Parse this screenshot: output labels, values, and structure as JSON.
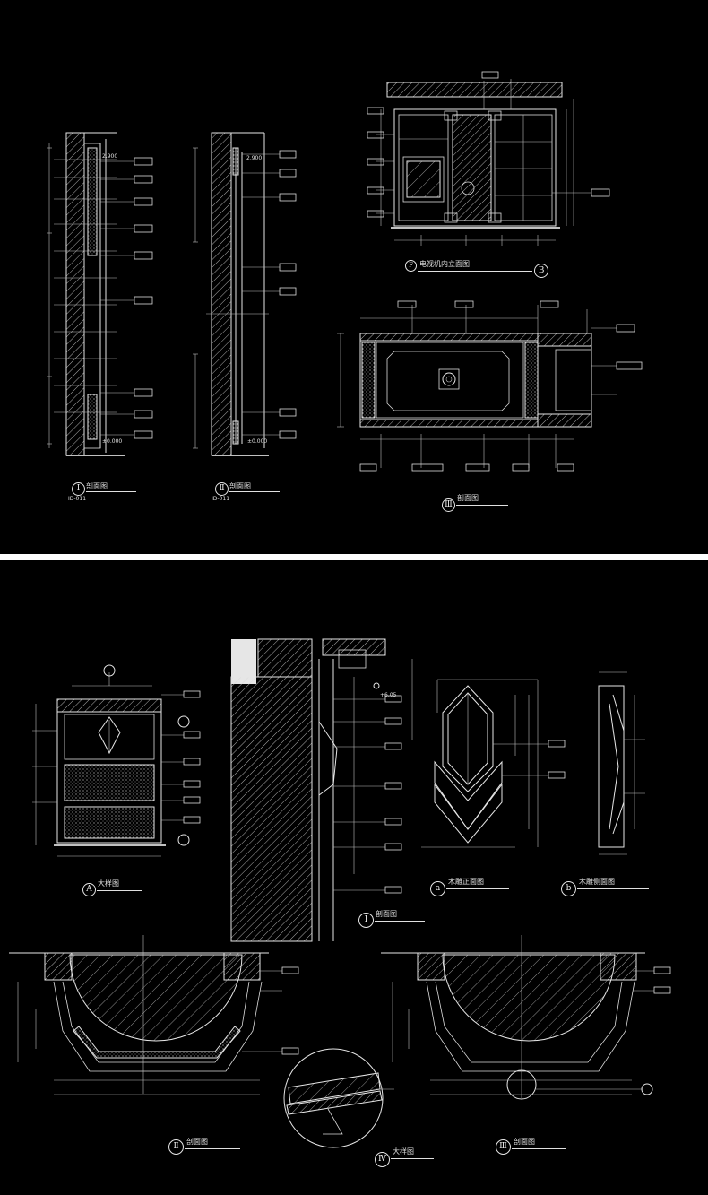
{
  "top": {
    "section_i": {
      "num": "Ⅰ",
      "title": "剖面图",
      "sub": "ID-011",
      "elev_top": "2.900",
      "elev_bottom": "±0.000"
    },
    "section_ii": {
      "num": "Ⅱ",
      "title": "剖面图",
      "sub": "ID-011",
      "elev_top": "2.900",
      "elev_bottom": "±0.000"
    },
    "elevation_b": {
      "tag": "F",
      "title": "电视机内立面图",
      "num": "B"
    },
    "section_iii": {
      "num": "Ⅲ",
      "title": "剖面图"
    }
  },
  "bottom": {
    "detail_a": {
      "num": "A",
      "title": "大样图"
    },
    "section_i": {
      "num": "Ⅰ",
      "title": "剖面图",
      "elev": "+6.05"
    },
    "carving_a": {
      "num": "a",
      "title": "木雕正面图"
    },
    "carving_b": {
      "num": "b",
      "title": "木雕侧面图"
    },
    "section_ii": {
      "num": "Ⅱ",
      "title": "剖面图"
    },
    "detail_iv": {
      "num": "Ⅳ",
      "title": "大样图"
    },
    "section_iii": {
      "num": "Ⅲ",
      "title": "剖面图"
    }
  }
}
